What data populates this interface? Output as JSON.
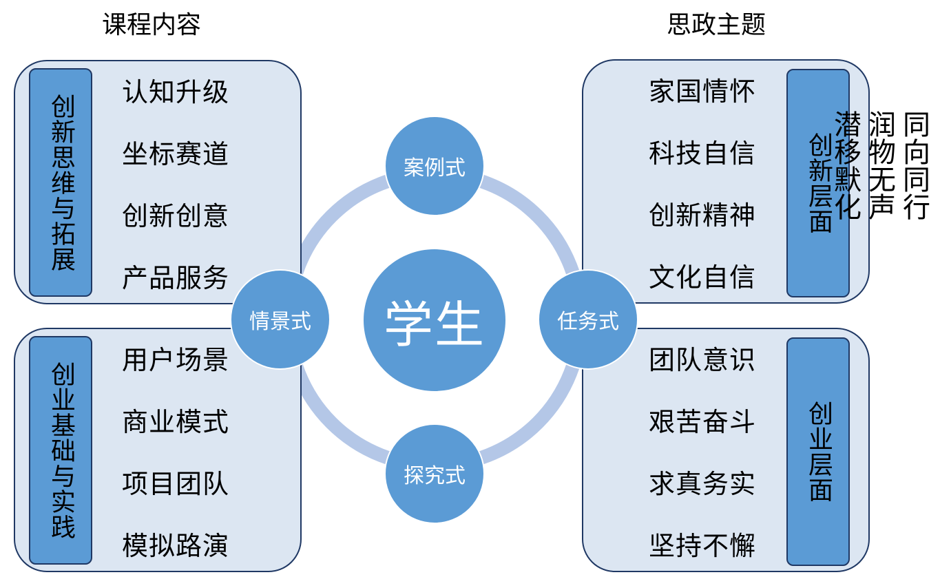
{
  "headers": {
    "left": "课程内容",
    "right": "思政主题"
  },
  "left_panels": [
    {
      "tag": "创新思维与拓展",
      "items": [
        "认知升级",
        "坐标赛道",
        "创新创意",
        "产品服务"
      ]
    },
    {
      "tag": "创业基础与实践",
      "items": [
        "用户场景",
        "商业模式",
        "项目团队",
        "模拟路演"
      ]
    }
  ],
  "right_panels": [
    {
      "tag": "创新层面",
      "items": [
        "家国情怀",
        "科技自信",
        "创新精神",
        "文化自信"
      ]
    },
    {
      "tag": "创业层面",
      "items": [
        "团队意识",
        "艰苦奋斗",
        "求真务实",
        "坚持不懈"
      ]
    }
  ],
  "cycle": {
    "center": "学生",
    "nodes": {
      "top": "案例式",
      "left": "情景式",
      "right": "任务式",
      "bottom": "探究式"
    }
  },
  "slogan": [
    "同向同行",
    "润物无声",
    "潜移默化"
  ],
  "colors": {
    "panel_fill": "#dce6f2",
    "panel_border": "#1f3864",
    "tag_fill": "#5b9bd5",
    "node_fill": "#5b9bd5",
    "ring": "#b4c7e7"
  }
}
